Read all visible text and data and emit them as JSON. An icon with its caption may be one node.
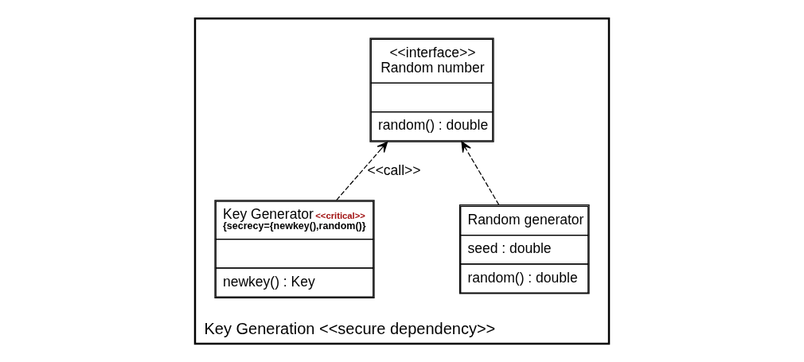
{
  "diagram": {
    "nodes": [
      {
        "text": [
          "Key Generation <<secure dependency>>"
        ]
      },
      {
        "text": [
          "<<interface>>",
          "Random number",
          "random() : double"
        ],
        "in": 0
      },
      {
        "text": [
          "Random generator",
          "seed : double",
          "random() : double"
        ],
        "in": 0
      },
      {
        "text": [
          "Key Generator",
          "<<critical>>",
          "{secrecy={newkey(),random()}",
          "newkey() : Key"
        ],
        "in": 0
      }
    ],
    "edges": [
      {
        "from": 2,
        "to": 1,
        "arrow": "to",
        "style": "dashed"
      },
      {
        "from": 3,
        "to": 1,
        "arrow": "to",
        "style": "dashed",
        "label": "<<call>>"
      }
    ]
  }
}
